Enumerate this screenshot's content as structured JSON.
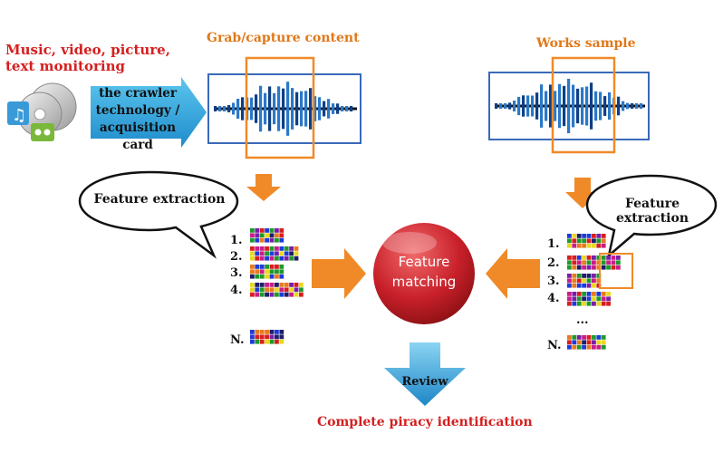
{
  "source": {
    "title": "Music, video, picture, text monitoring",
    "title_lines": [
      "Music, video, picture,",
      "text monitoring"
    ],
    "crawler_lines": [
      "the crawler",
      "technology /",
      "acquisition card"
    ]
  },
  "capture": {
    "label": "Grab/capture content"
  },
  "sample": {
    "label": "Works sample"
  },
  "feature_extraction": {
    "left_label": "Feature extraction",
    "right_label": "Feature extraction"
  },
  "feature_lists": {
    "left": {
      "labels": [
        "1.",
        "2.",
        "3.",
        "4.",
        "N."
      ]
    },
    "right": {
      "labels": [
        "1.",
        "2.",
        "3.",
        "4.",
        "...",
        "N."
      ]
    }
  },
  "matching": {
    "label_lines": [
      "Feature",
      "matching"
    ]
  },
  "review": {
    "label": "Review"
  },
  "result": {
    "label": "Complete piracy identification"
  },
  "colors": {
    "red_text": "#d42020",
    "orange_text": "#e07818",
    "arrow_orange": "#f08a28",
    "waveform_blue": "#1e5aa8",
    "circle_red": "#c8202a",
    "review_blue": "#3aa8d8"
  }
}
